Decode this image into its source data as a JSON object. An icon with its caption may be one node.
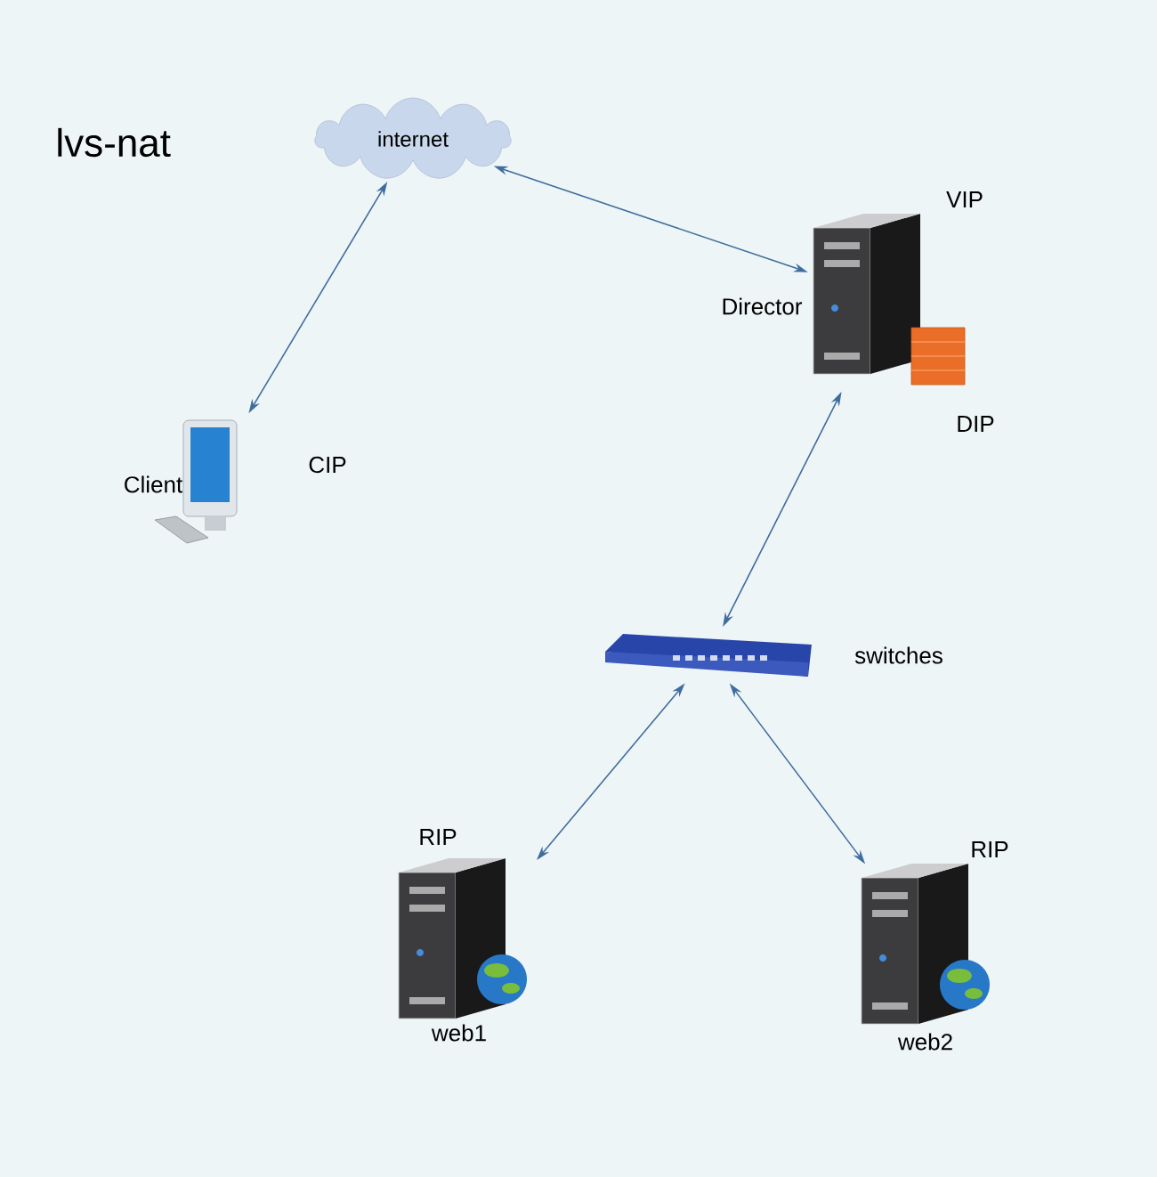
{
  "diagram": {
    "title": "lvs-nat",
    "nodes": [
      {
        "text": [
          "internet"
        ]
      },
      {
        "text": [],
        "shape": "picture",
        "beside": [
          "VIP",
          "Director",
          "DIP"
        ]
      },
      {
        "text": [],
        "shape": "picture",
        "beside": [
          "Client",
          "CIP"
        ]
      },
      {
        "text": [],
        "shape": "picture",
        "beside": [
          "switches"
        ]
      },
      {
        "text": [],
        "shape": "picture",
        "beside": [
          "RIP",
          "web1"
        ]
      },
      {
        "text": [],
        "shape": "picture",
        "beside": [
          "RIP",
          "web2"
        ]
      }
    ],
    "edges": [
      {
        "from": 0,
        "to": 1,
        "arrow": "both"
      },
      {
        "from": 0,
        "to": 2,
        "arrow": "both"
      },
      {
        "from": 3,
        "to": 1,
        "arrow": "both"
      },
      {
        "from": 3,
        "to": 4,
        "arrow": "both"
      },
      {
        "from": 3,
        "to": 5,
        "arrow": "both"
      }
    ]
  }
}
